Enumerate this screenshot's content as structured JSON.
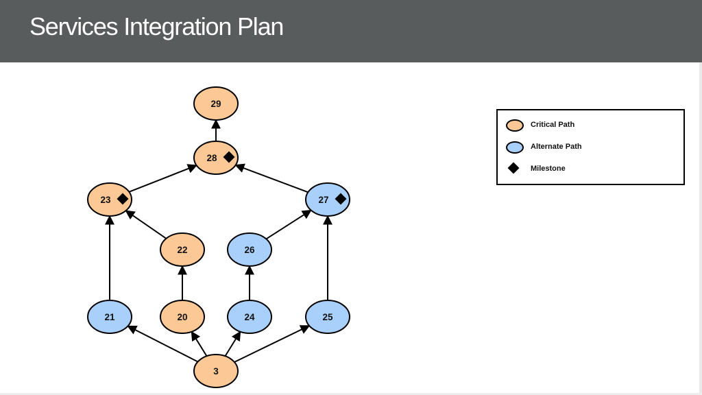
{
  "header": {
    "title": "Services Integration Plan"
  },
  "colors": {
    "critical": "#fcc895",
    "alternate": "#a8d0fb",
    "stroke": "#000000",
    "header_bg": "#595c5c"
  },
  "legend": {
    "critical_label": "Critical Path",
    "alternate_label": "Alternate Path",
    "milestone_label": "Milestone"
  },
  "nodes": [
    {
      "id": "29",
      "label": "29",
      "type": "critical",
      "milestone": false
    },
    {
      "id": "28",
      "label": "28",
      "type": "critical",
      "milestone": true
    },
    {
      "id": "23",
      "label": "23",
      "type": "critical",
      "milestone": true
    },
    {
      "id": "27",
      "label": "27",
      "type": "alternate",
      "milestone": true
    },
    {
      "id": "22",
      "label": "22",
      "type": "critical",
      "milestone": false
    },
    {
      "id": "26",
      "label": "26",
      "type": "alternate",
      "milestone": false
    },
    {
      "id": "21",
      "label": "21",
      "type": "alternate",
      "milestone": false
    },
    {
      "id": "20",
      "label": "20",
      "type": "critical",
      "milestone": false
    },
    {
      "id": "24",
      "label": "24",
      "type": "alternate",
      "milestone": false
    },
    {
      "id": "25",
      "label": "25",
      "type": "alternate",
      "milestone": false
    },
    {
      "id": "3",
      "label": "3",
      "type": "critical",
      "milestone": false
    }
  ],
  "edges": [
    {
      "from": "28",
      "to": "29"
    },
    {
      "from": "23",
      "to": "28"
    },
    {
      "from": "27",
      "to": "28"
    },
    {
      "from": "22",
      "to": "23"
    },
    {
      "from": "21",
      "to": "23"
    },
    {
      "from": "26",
      "to": "27"
    },
    {
      "from": "25",
      "to": "27"
    },
    {
      "from": "20",
      "to": "22"
    },
    {
      "from": "24",
      "to": "26"
    },
    {
      "from": "3",
      "to": "21"
    },
    {
      "from": "3",
      "to": "20"
    },
    {
      "from": "3",
      "to": "24"
    },
    {
      "from": "3",
      "to": "25"
    }
  ]
}
